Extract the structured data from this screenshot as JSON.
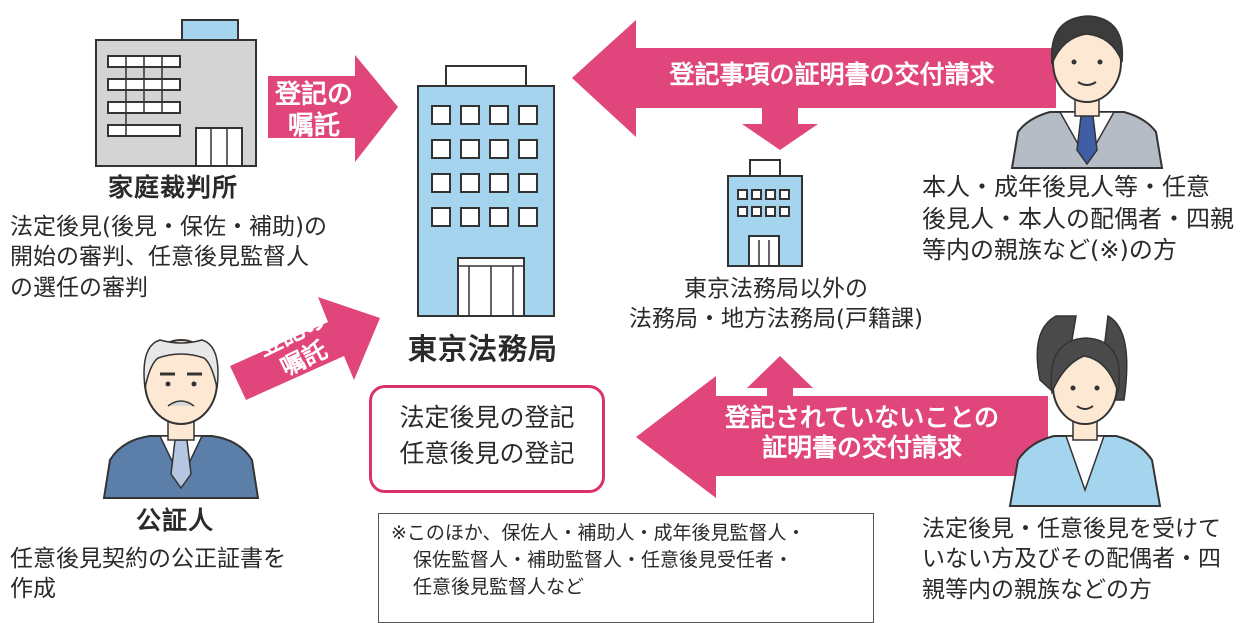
{
  "colors": {
    "arrow": "#e0457b",
    "building_blue": "#a5d4ef",
    "court_gray": "#d4d4d4",
    "box_border": "#d8336b"
  },
  "court": {
    "name": "家庭裁判所",
    "desc_lines": [
      "法定後見(後見・保佐・補助)の",
      "開始の審判、任意後見監督人",
      "の選任の審判"
    ]
  },
  "court_arrow": {
    "lines": [
      "登記の",
      "嘱託"
    ]
  },
  "tokyo": {
    "name": "東京法務局"
  },
  "other_bureau": {
    "lines": [
      "東京法務局以外の",
      "法務局・地方法務局(戸籍課)"
    ]
  },
  "request1": {
    "label": "登記事項の証明書の交付請求"
  },
  "person1": {
    "lines": [
      "本人・成年後見人等・任意",
      "後見人・本人の配偶者・四親",
      "等内の親族など(※)の方"
    ]
  },
  "notary": {
    "name": "公証人",
    "desc_lines": [
      "任意後見契約の公正証書を",
      "作成"
    ]
  },
  "notary_arrow": {
    "lines": [
      "登記の",
      "嘱託"
    ]
  },
  "registration_box": {
    "lines": [
      "法定後見の登記",
      "任意後見の登記"
    ]
  },
  "request2": {
    "lines": [
      "登記されていないことの",
      "証明書の交付請求"
    ]
  },
  "person2": {
    "lines": [
      "法定後見・任意後見を受けて",
      "いない方及びその配偶者・四",
      "親等内の親族などの方"
    ]
  },
  "note": {
    "lines": [
      "※このほか、保佐人・補助人・成年後見監督人・",
      "保佐監督人・補助監督人・任意後見受任者・",
      "任意後見監督人など"
    ]
  }
}
